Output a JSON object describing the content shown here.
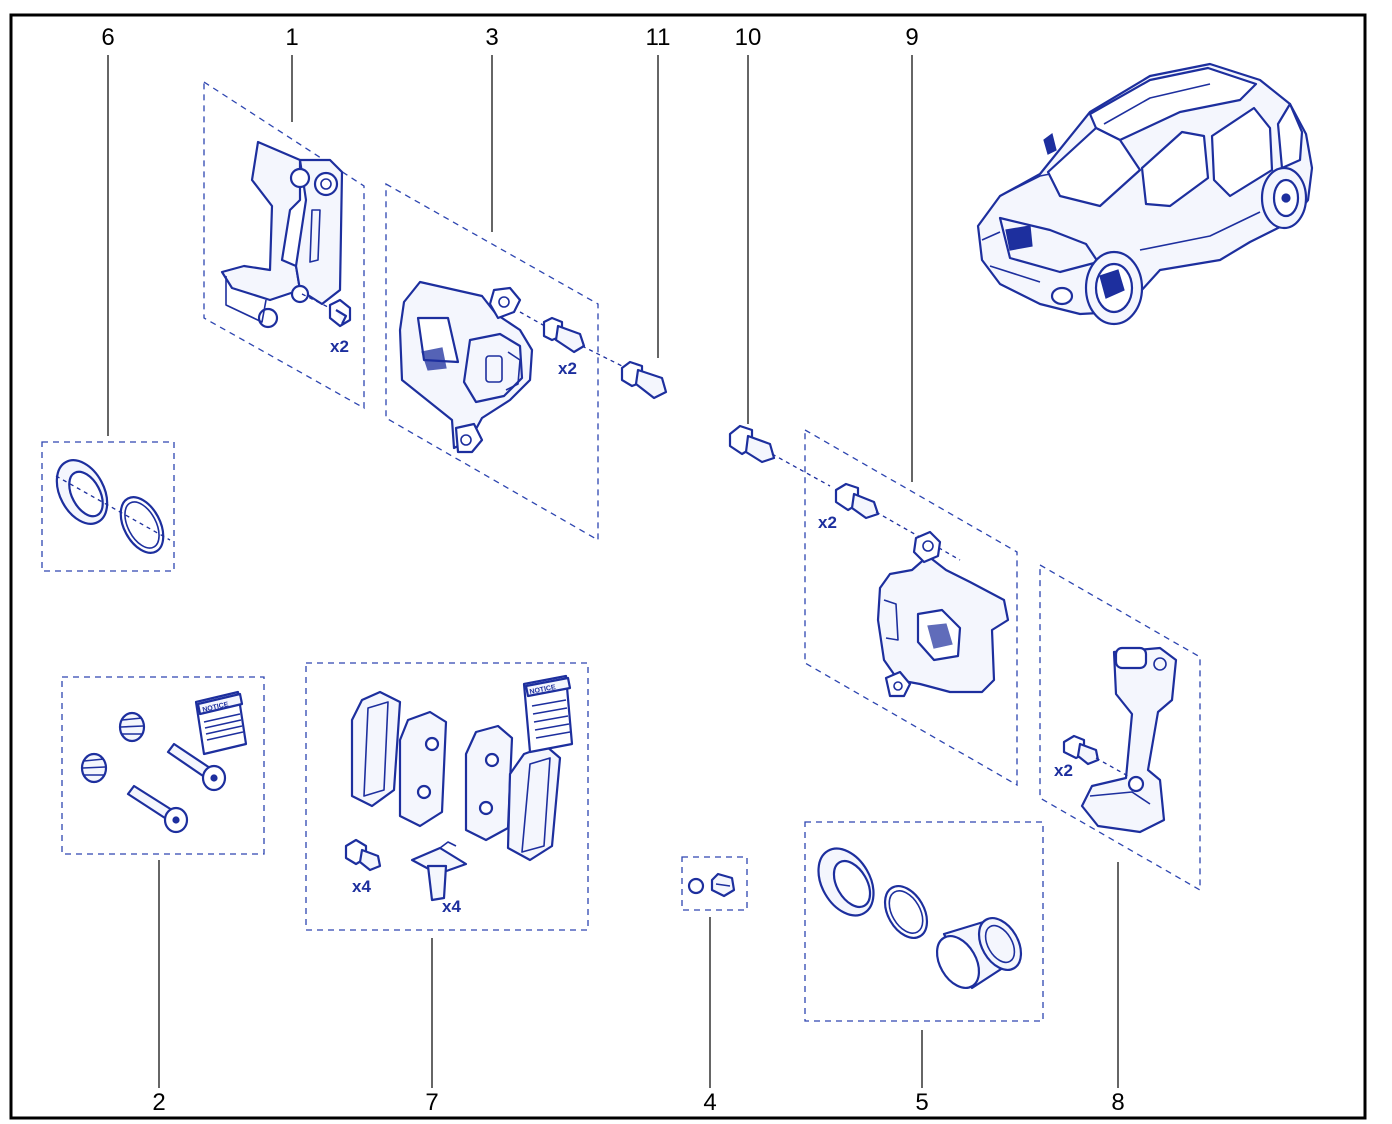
{
  "callouts": {
    "c1": "1",
    "c2": "2",
    "c3": "3",
    "c4": "4",
    "c5": "5",
    "c6": "6",
    "c7": "7",
    "c8": "8",
    "c9": "9",
    "c10": "10",
    "c11": "11"
  },
  "quantities": {
    "bracket_left_bolts": "x2",
    "caliper_left_bolts": "x2",
    "caliper_right_bolts": "x2",
    "bracket_right_bolts": "x2",
    "pad_screws": "x4",
    "pad_clips": "x4"
  },
  "notice_label": "NOTICE",
  "colors": {
    "line": "#1d2f9e",
    "dashed": "#2d45b0",
    "callout": "#000000"
  }
}
